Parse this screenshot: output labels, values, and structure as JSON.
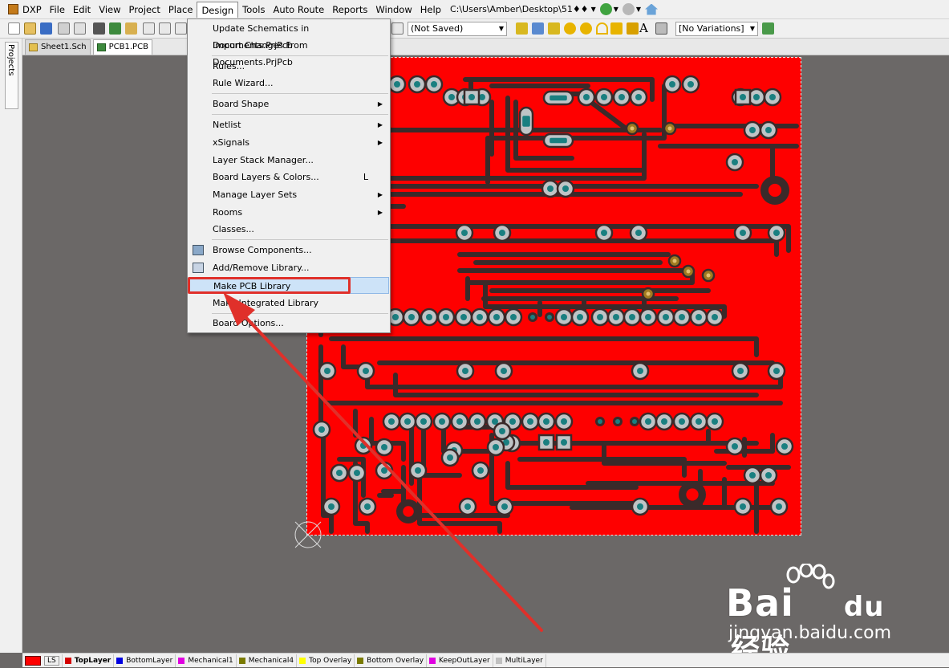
{
  "menubar": {
    "items": [
      "DXP",
      "File",
      "Edit",
      "View",
      "Project",
      "Place",
      "Design",
      "Tools",
      "Auto Route",
      "Reports",
      "Window",
      "Help"
    ],
    "path": "C:\\Users\\Amber\\Desktop\\51♦♦"
  },
  "toolbar": {
    "saved_combo": "(Not Saved)",
    "variations_combo": "[No Variations]"
  },
  "left_panel": {
    "projects_tab": "Projects"
  },
  "doc_tabs": [
    {
      "label": "Sheet1.Sch",
      "active": false
    },
    {
      "label": "PCB1.PCB",
      "active": true
    }
  ],
  "design_menu": {
    "items": [
      {
        "label": "Update Schematics in Documents.PrjPcb"
      },
      {
        "label": "Import Changes From Documents.PrjPcb"
      },
      {
        "label": "Rules..."
      },
      {
        "label": "Rule Wizard..."
      },
      {
        "label": "Board Shape",
        "submenu": true
      },
      {
        "label": "Netlist",
        "submenu": true
      },
      {
        "label": "xSignals",
        "submenu": true
      },
      {
        "label": "Layer Stack Manager..."
      },
      {
        "label": "Board Layers & Colors...",
        "shortcut": "L"
      },
      {
        "label": "Manage Layer Sets",
        "submenu": true
      },
      {
        "label": "Rooms",
        "submenu": true
      },
      {
        "label": "Classes..."
      },
      {
        "label": "Browse Components...",
        "icon": "browse-components-icon"
      },
      {
        "label": "Add/Remove Library...",
        "icon": "library-book-icon"
      },
      {
        "label": "Make PCB Library",
        "highlighted": true
      },
      {
        "label": "Make Integrated Library"
      },
      {
        "label": "Board Options..."
      }
    ]
  },
  "status_bar": {
    "ls_label": "LS",
    "layers": [
      {
        "name": "TopLayer",
        "color": "#d40000",
        "active": true
      },
      {
        "name": "BottomLayer",
        "color": "#0000e0"
      },
      {
        "name": "Mechanical1",
        "color": "#e000e0"
      },
      {
        "name": "Mechanical4",
        "color": "#7a7a00"
      },
      {
        "name": "Top Overlay",
        "color": "#ffff00"
      },
      {
        "name": "Bottom Overlay",
        "color": "#7a7a00"
      },
      {
        "name": "KeepOutLayer",
        "color": "#e000e0"
      },
      {
        "name": "MultiLayer",
        "color": "#c0c0c0"
      }
    ]
  },
  "colors": {
    "board": "#fe0000",
    "trace": "#3a2a2a",
    "pad": "#bfc4c6",
    "hole": "#1a7f80",
    "annotation": "#e0302a"
  },
  "watermark": {
    "brand": "Bai",
    "brand2": "du",
    "cn": "经验",
    "url": "jingyan.baidu.com"
  }
}
